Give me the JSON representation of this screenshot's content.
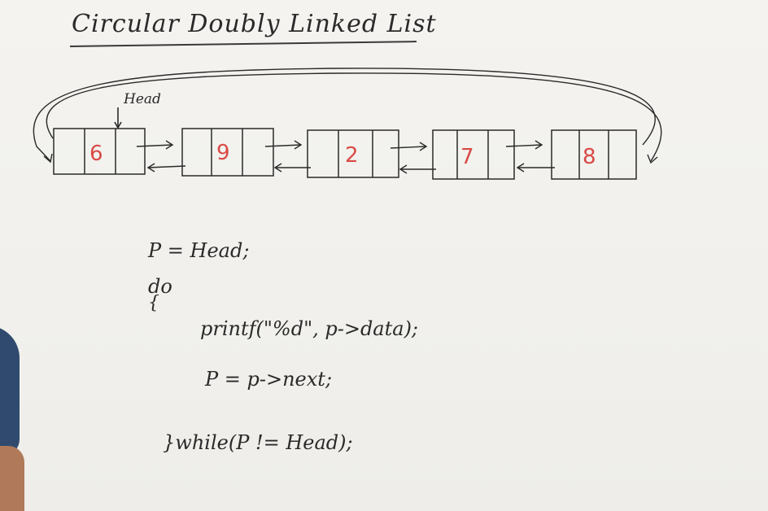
{
  "title": "Circular Doubly Linked List",
  "head_label": "Head",
  "nodes": [
    {
      "value": "6"
    },
    {
      "value": "9"
    },
    {
      "value": "2"
    },
    {
      "value": "7"
    },
    {
      "value": "8"
    }
  ],
  "code": {
    "line1": "P = Head;",
    "line2": "do",
    "brace_open": "{",
    "line3": "printf(\"%d\", p->data);",
    "line4": "P = p->next;",
    "line5": "}while(P != Head);"
  },
  "colors": {
    "ink": "#2a2a2a",
    "node_value": "#d94a46",
    "board": "#f2f1ee"
  }
}
